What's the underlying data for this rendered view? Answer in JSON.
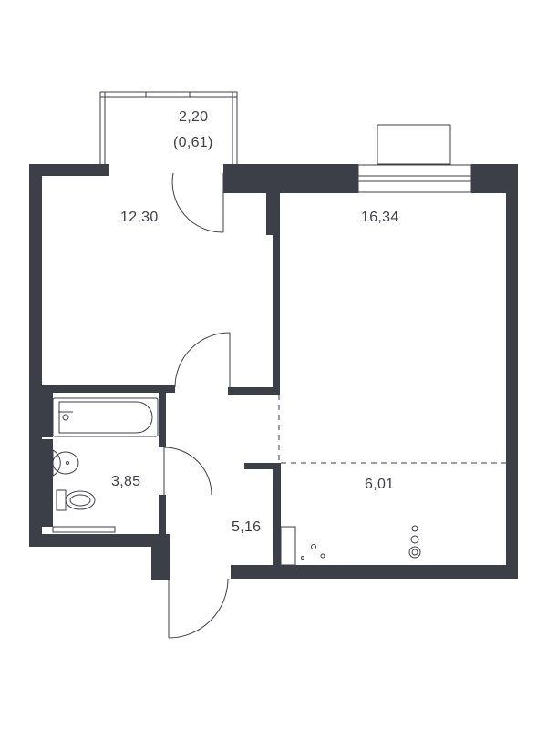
{
  "rooms": {
    "balcony_area": "2,20",
    "balcony_reduced": "(0,61)",
    "bedroom": "12,30",
    "living": "16,34",
    "bathroom": "3,85",
    "kitchen": "6,01",
    "hall": "5,16"
  },
  "colors": {
    "wall": "#3d3f48",
    "background": "#ffffff"
  }
}
